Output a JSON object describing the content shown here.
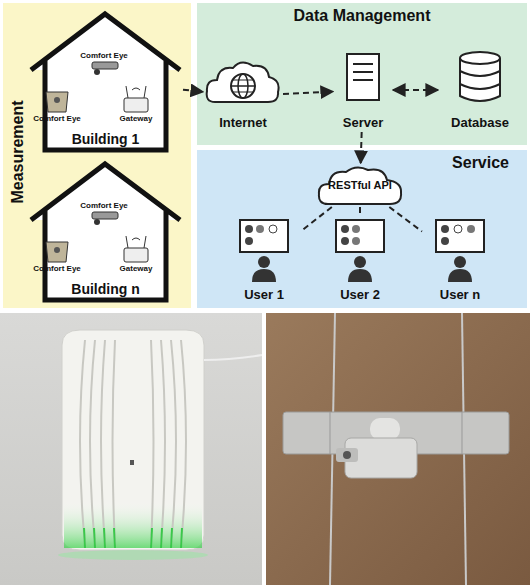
{
  "diagram": {
    "nodes": [
      {
        "text": [
          "Measurement"
        ]
      },
      {
        "text": [
          "Building 1"
        ],
        "in": 0
      },
      {
        "text": [
          "Building n"
        ],
        "in": 0
      },
      {
        "text": [
          "Data Management"
        ]
      },
      {
        "text": [
          "Internet"
        ],
        "in": 3
      },
      {
        "text": [
          "Server"
        ],
        "in": 3
      },
      {
        "text": [
          "Database"
        ],
        "in": 3
      },
      {
        "text": [
          "Service"
        ]
      },
      {
        "text": [
          "RESTful API"
        ],
        "in": 7
      },
      {
        "text": [
          "User 1"
        ],
        "in": 7
      },
      {
        "text": [
          "User 2"
        ],
        "in": 7
      },
      {
        "text": [
          "User n"
        ],
        "in": 7
      }
    ],
    "edges": [
      {
        "from": 1,
        "to": 4,
        "arrow": "to"
      },
      {
        "from": 4,
        "to": 5,
        "arrow": "to"
      },
      {
        "from": 5,
        "to": 6,
        "arrow": "both"
      },
      {
        "from": 5,
        "to": 8,
        "arrow": "to"
      },
      {
        "from": 8,
        "to": 9,
        "arrow": "none"
      },
      {
        "from": 8,
        "to": 10,
        "arrow": "none"
      },
      {
        "from": 8,
        "to": 11,
        "arrow": "none"
      }
    ],
    "labels": [
      "Comfort Eye",
      "Comfort Eye",
      "Gateway",
      "Comfort Eye",
      "Comfort Eye",
      "Gateway"
    ]
  }
}
